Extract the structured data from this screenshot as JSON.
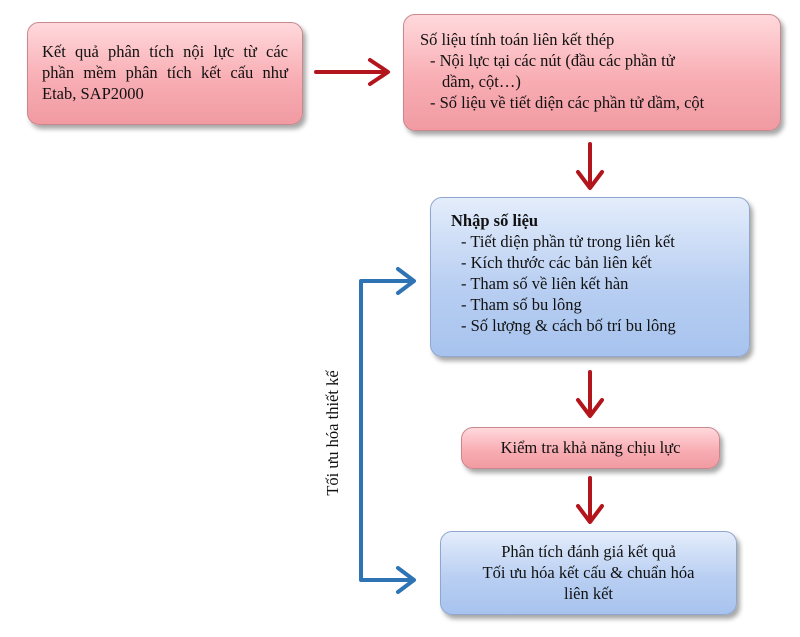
{
  "results_box": {
    "text": "Kết quả phân tích nội lực từ các phần mềm phân tích kết cấu như Etab, SAP2000"
  },
  "calc_box": {
    "title": "Số liệu tính toán liên kết thép",
    "items": [
      "- Nội lực tại các nút (đầu các phần tử",
      "dầm, cột…)",
      "- Số liệu về tiết diện các phần tử dầm, cột"
    ]
  },
  "input_box": {
    "title": "Nhập số liệu",
    "items": [
      "- Tiết diện phần tử trong liên kết",
      "- Kích thước các bản liên kết",
      "- Tham số về liên kết hàn",
      "- Tham số bu lông",
      "- Số lượng & cách bố trí bu lông"
    ]
  },
  "check_box": {
    "text": "Kiểm tra khả năng chịu lực"
  },
  "analysis_box": {
    "lines": [
      "Phân tích đánh giá kết quả",
      "Tối ưu hóa kết cấu & chuẩn hóa",
      "liên kết"
    ]
  },
  "side_label": "Tối ưu hóa thiết kế",
  "colors": {
    "red_arrow": "#b3151d",
    "blue_arrow": "#2e74b5",
    "pink_box": "#f8aeb4",
    "blue_box": "#b9cff2"
  }
}
